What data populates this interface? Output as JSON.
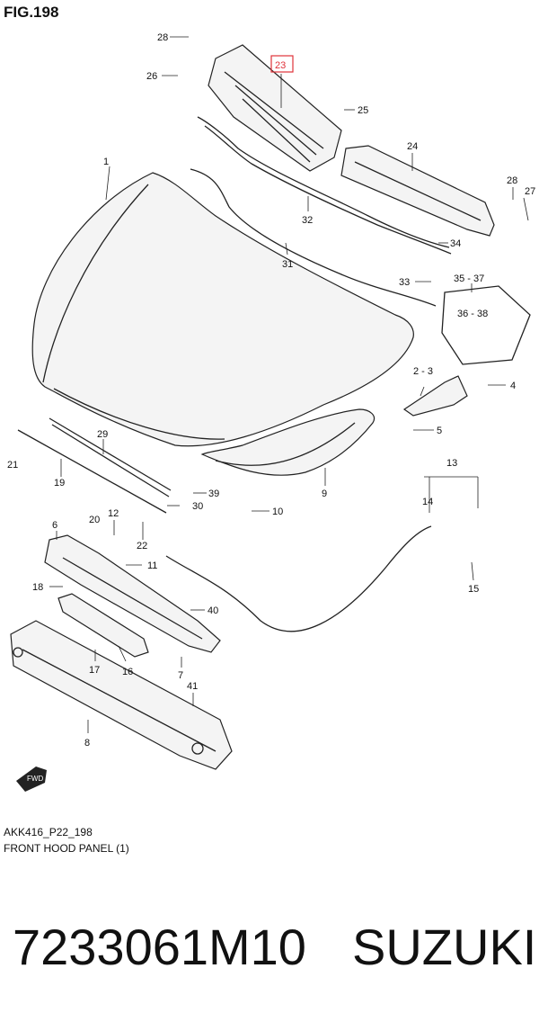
{
  "figure": {
    "title": "FIG.198",
    "code": "AKK416_P22_198",
    "caption": "FRONT HOOD PANEL (1)",
    "highlight_color": "#e0323a"
  },
  "callouts": {
    "p1": "1",
    "p23": "23",
    "p24": "24",
    "p25": "25",
    "p26": "26",
    "p27": "27",
    "p28a": "28",
    "p28b": "28",
    "p31": "31",
    "p32": "32",
    "p33": "33",
    "p34": "34",
    "p3537": "35 - 37",
    "p3638": "36 - 38",
    "p23b": "2 - 3",
    "p4": "4",
    "p5": "5",
    "p9": "9",
    "p10": "10",
    "p39": "39",
    "p29": "29",
    "p19": "19",
    "p21": "21",
    "p20": "20",
    "p30": "30",
    "p12": "12",
    "p22": "22",
    "p11": "11",
    "p6": "6",
    "p18": "18",
    "p40": "40",
    "p17": "17",
    "p16": "16",
    "p7": "7",
    "p41": "41",
    "p8": "8",
    "p13": "13",
    "p14": "14",
    "p15": "15"
  },
  "fwd_label": "FWD",
  "part_number": "7233061M10",
  "brand": "SUZUKI"
}
